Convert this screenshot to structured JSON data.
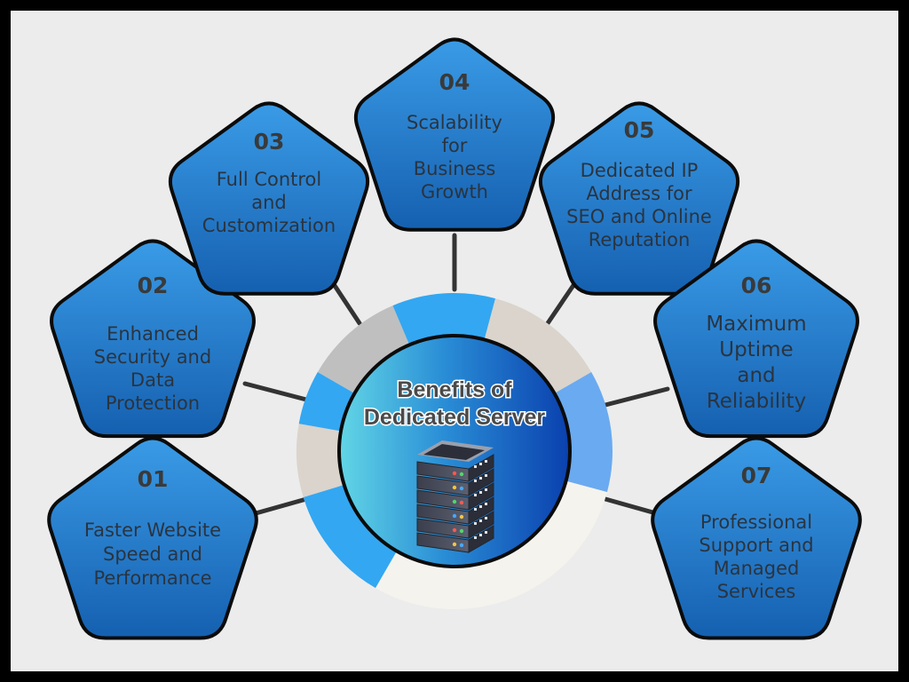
{
  "hub": {
    "title_line1": "Benefits of",
    "title_line2": "Dedicated Server",
    "icon": "server-rack-icon"
  },
  "benefits": [
    {
      "num": "01",
      "lines": [
        "Faster Website",
        "Speed and",
        "Performance"
      ]
    },
    {
      "num": "02",
      "lines": [
        "Enhanced",
        "Security and",
        "Data",
        "Protection"
      ]
    },
    {
      "num": "03",
      "lines": [
        "Full Control",
        "and",
        "Customization"
      ]
    },
    {
      "num": "04",
      "lines": [
        "Scalability",
        "for",
        "Business",
        "Growth"
      ]
    },
    {
      "num": "05",
      "lines": [
        "Dedicated IP",
        "Address for",
        "SEO and Online",
        "Reputation"
      ]
    },
    {
      "num": "06",
      "lines": [
        "Maximum",
        "Uptime",
        "and",
        "Reliability"
      ]
    },
    {
      "num": "07",
      "lines": [
        "Professional",
        "Support and",
        "Managed",
        "Services"
      ]
    }
  ],
  "colors": {
    "pentagon_fill_top": "#3a9be6",
    "pentagon_fill_bottom": "#1560b0",
    "pentagon_stroke": "#0b0b0b",
    "ring_blue": "#33a7f2",
    "ring_beige": "#dad4cc",
    "ring_gray": "#bfbfbf",
    "ring_light": "#f4f3ee",
    "ring_soft_blue": "#6aaaf0",
    "hub_gradient_left": "#60d3e6",
    "hub_gradient_right": "#0a44b0",
    "background": "#ececec",
    "border": "#000000"
  }
}
